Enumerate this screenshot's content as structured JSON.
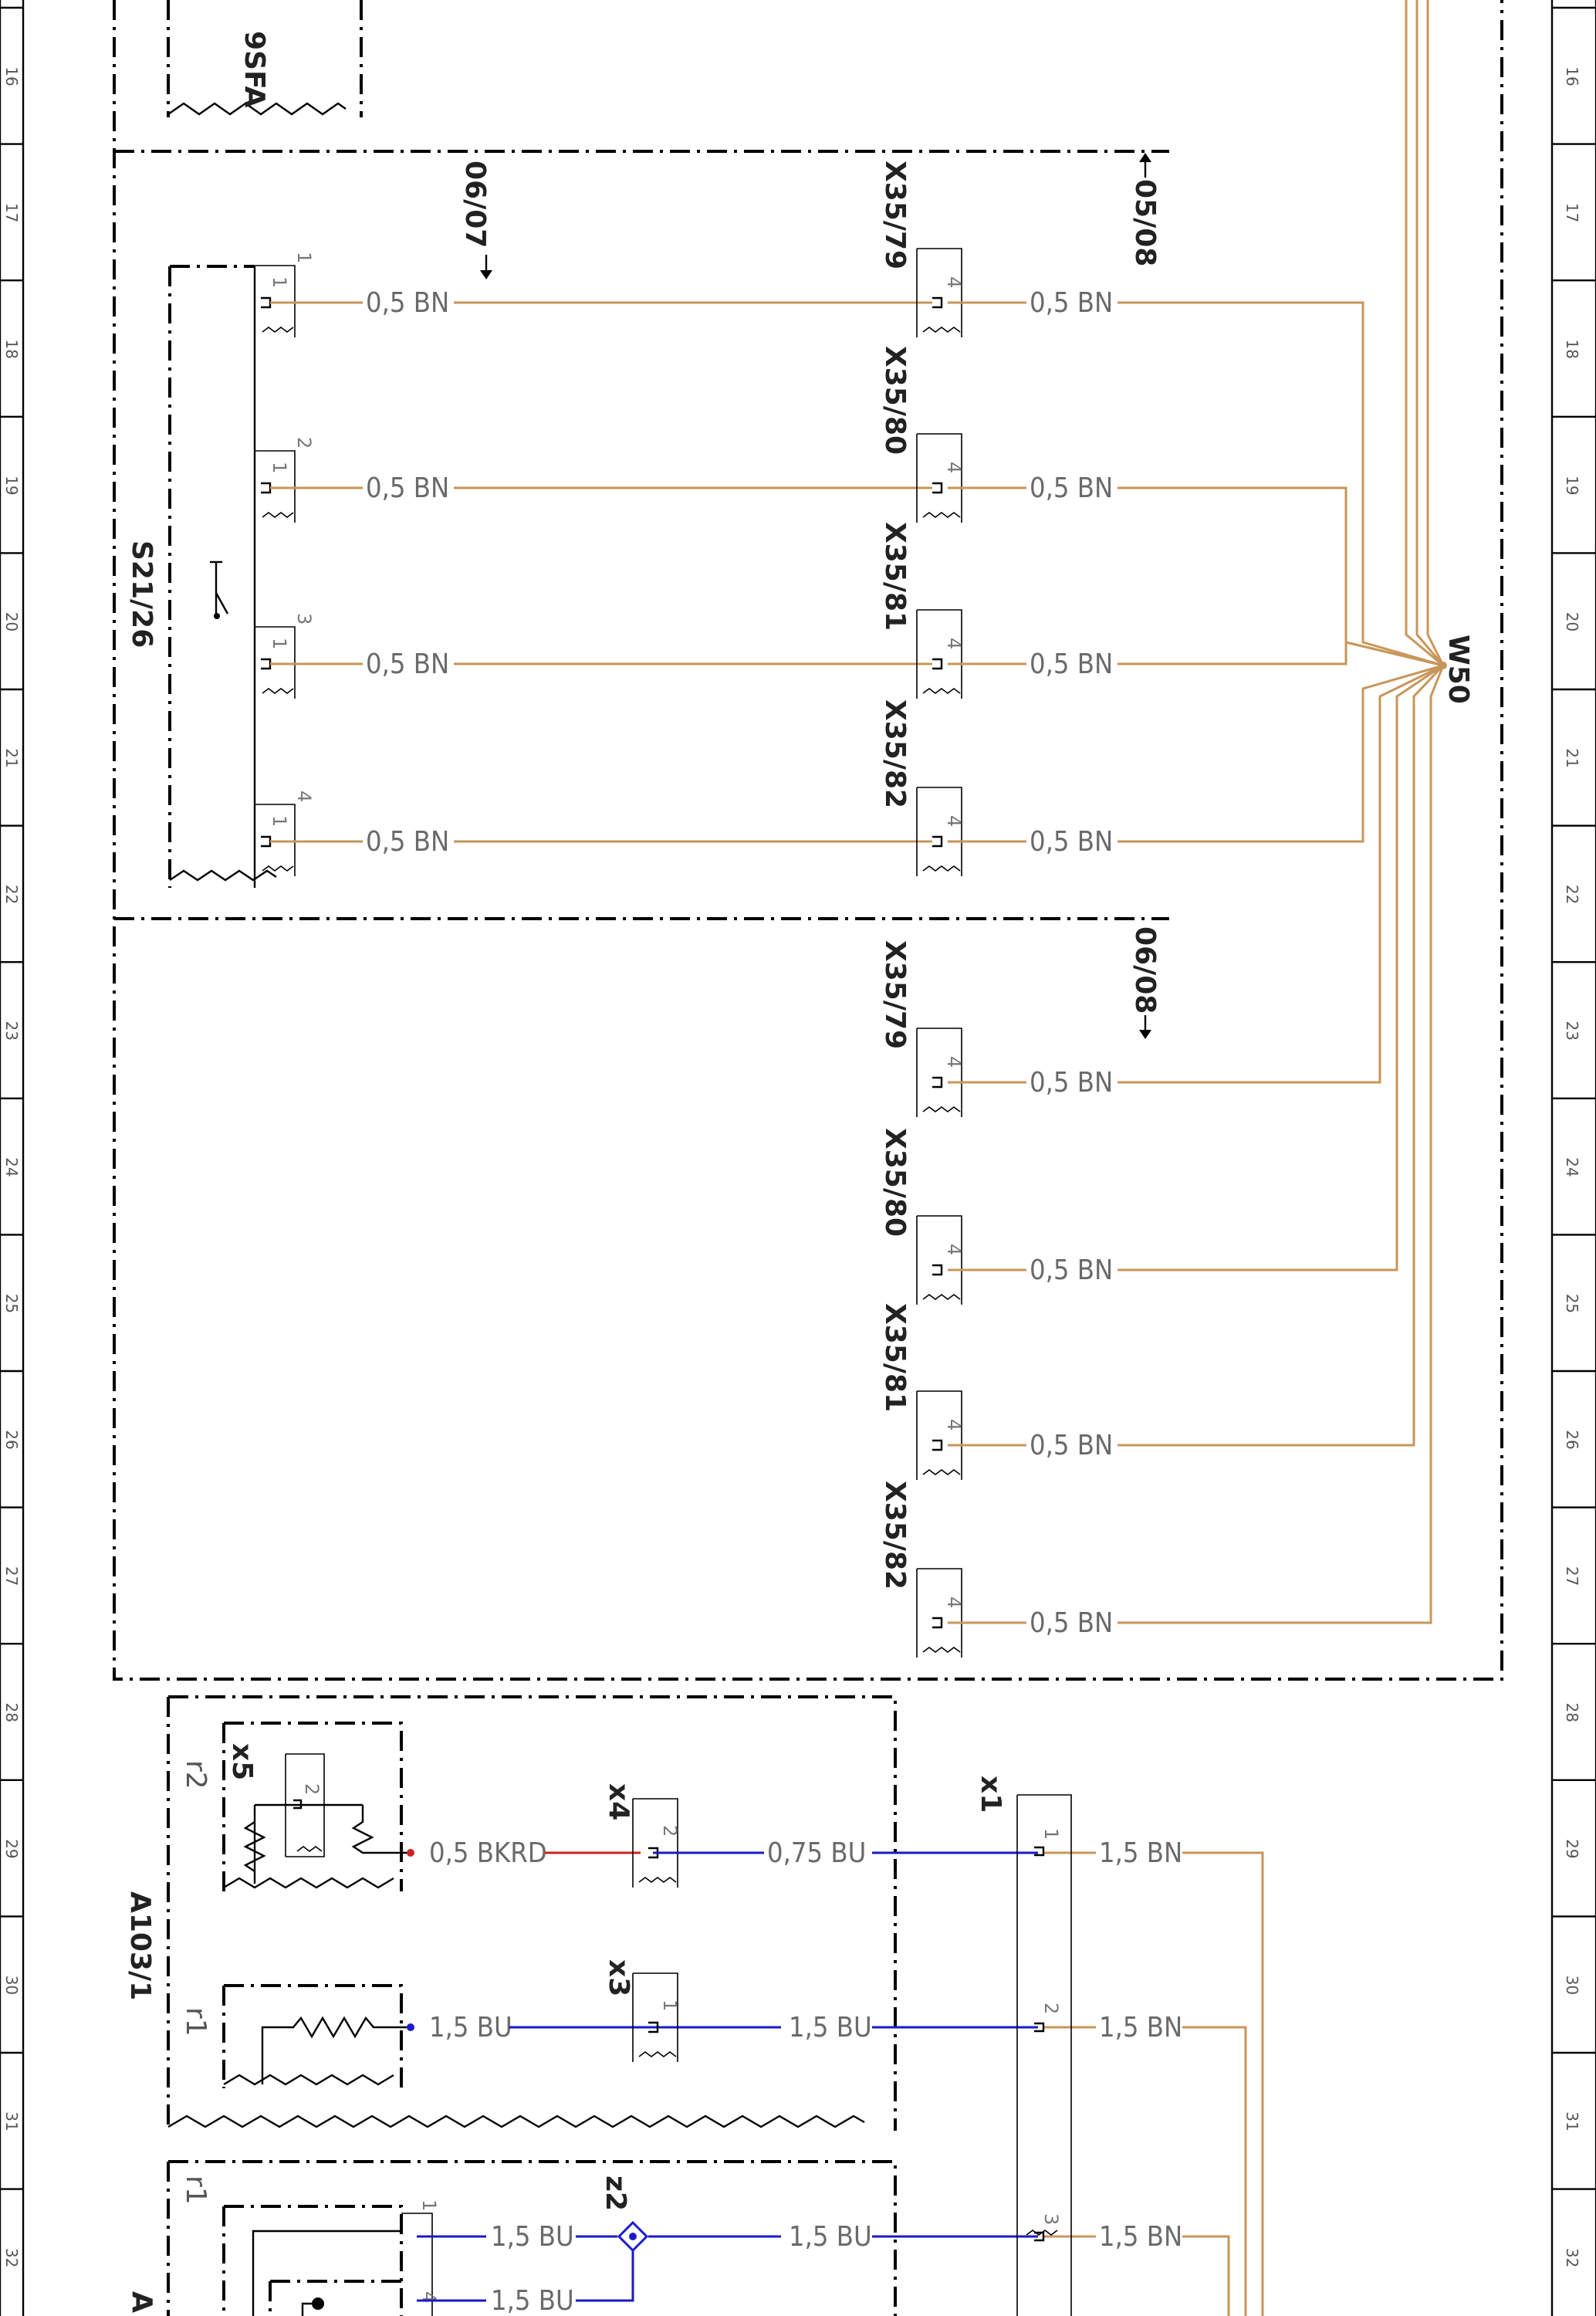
{
  "ruler": {
    "rows": [
      {
        "label": "16"
      },
      {
        "label": "17"
      },
      {
        "label": "18"
      },
      {
        "label": "19"
      },
      {
        "label": "20"
      },
      {
        "label": "21"
      },
      {
        "label": "22"
      },
      {
        "label": "23"
      },
      {
        "label": "24"
      },
      {
        "label": "25"
      },
      {
        "label": "26"
      },
      {
        "label": "27"
      },
      {
        "label": "28"
      },
      {
        "label": "29"
      },
      {
        "label": "30"
      },
      {
        "label": "31"
      },
      {
        "label": "32"
      }
    ]
  },
  "components": {
    "top_partial": "9SFA",
    "switch": "S21/26",
    "harness": "W50",
    "module": "A103/1",
    "bottom_partial": "A"
  },
  "refs": {
    "ref_0607": "06/07",
    "ref_0508": "05/08",
    "ref_0608": "06/08"
  },
  "connectors": {
    "group1": [
      "X35/79",
      "X35/80",
      "X35/81",
      "X35/82"
    ],
    "group2": [
      "X35/79",
      "X35/80",
      "X35/81",
      "X35/82"
    ],
    "x5": "x5",
    "x4": "x4",
    "x3": "x3",
    "x1": "x1",
    "z2": "z2",
    "r2": "r2",
    "r1": "r1",
    "r1b": "r1"
  },
  "wires": {
    "bn05": "0,5 BN",
    "bkrd05": "0,5 BKRD",
    "bu075": "0,75 BU",
    "bu15": "1,5 BU",
    "bn15": "1,5 BN"
  },
  "pins": {
    "s1": "1",
    "s2": "2",
    "s3": "3",
    "s4": "4",
    "p1": "1",
    "p4": "4",
    "p2": "2",
    "p3": "3"
  },
  "colors": {
    "brown_wire": "#c8965a",
    "blue_wire": "#1a1acc",
    "red_wire": "#cc2222"
  }
}
